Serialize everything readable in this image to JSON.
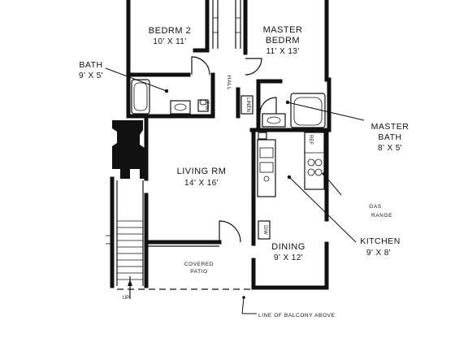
{
  "rooms": {
    "bedroom2": {
      "name": "BEDRM 2",
      "dims": "10' X 11'"
    },
    "master_bedroom": {
      "name_line1": "MASTER",
      "name_line2": "BEDRM",
      "dims": "11' X 13'"
    },
    "bath": {
      "name": "BATH",
      "dims": "9' X 5'"
    },
    "hall": {
      "name": "HALL"
    },
    "linen": {
      "name": "LINEN"
    },
    "master_bath": {
      "name_line1": "MASTER",
      "name_line2": "BATH",
      "dims": "8' X 5'"
    },
    "living_room": {
      "name": "LIVING RM",
      "dims": "14' X 16'"
    },
    "dining": {
      "name": "DINING",
      "dims": "9' X 12'"
    },
    "kitchen": {
      "name": "KITCHEN",
      "dims": "9' X 8'"
    },
    "covered_patio": {
      "name_line1": "COVERED",
      "name_line2": "PATIO"
    }
  },
  "fixtures": {
    "gas_range_line1": "GAS",
    "gas_range_line2": "RANGE",
    "refrigerator": "REF",
    "dishwasher": "D/W",
    "furnace": "F/W",
    "stairs_up": "UP"
  },
  "annotations": {
    "balcony_line": "LINE OF BALCONY ABOVE"
  }
}
